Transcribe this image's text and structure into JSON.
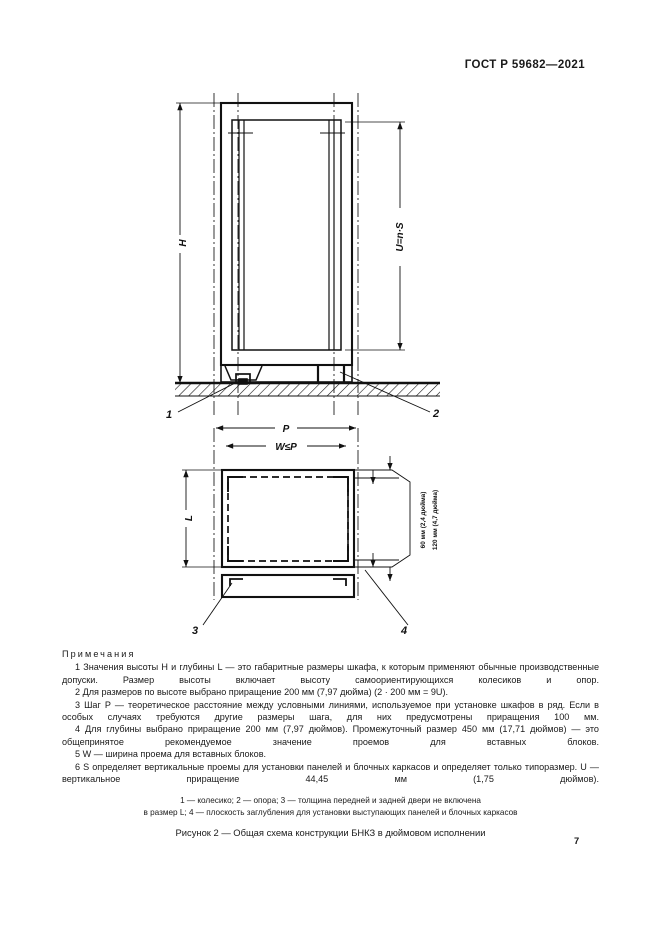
{
  "document": {
    "standard_header": "ГОСТ Р 59682—2021",
    "page_number": "7"
  },
  "figure": {
    "caption": "Рисунок 2 — Общая схема конструкции БНКЗ в дюймовом исполнении",
    "elevation_labels": {
      "height": "H",
      "vertical_opening": "U=n·S"
    },
    "plan_labels": {
      "depth": "L",
      "pitch": "P",
      "width": "W≤P",
      "inset_small": "60 мм (2,4 дюйма)",
      "inset_large": "120 мм (4,7 дюйма)"
    },
    "callouts": {
      "c1": "1",
      "c2": "2",
      "c3": "3",
      "c4": "4"
    }
  },
  "notes": {
    "title": "Примечания",
    "items": [
      "1 Значения высоты H и глубины L — это габаритные размеры шкафа, к которым применяют обычные производственные допуски. Размер высоты включает высоту самоориентирующихся колесиков и опор.",
      "2 Для размеров по высоте выбрано приращение 200 мм (7,97 дюйма) (2 · 200 мм = 9U).",
      "3 Шаг Р — теоретическое расстояние между условными линиями, используемое при установке шкафов в ряд. Если в особых случаях требуются другие размеры шага, для них предусмотрены приращения 100 мм.",
      "4 Для глубины выбрано приращение 200 мм (7,97 дюймов). Промежуточный размер 450 мм (17,71 дюймов) — это общепринятое рекомендуемое значение проемов для вставных блоков.",
      "5 W — ширина проема для вставных блоков.",
      "6 S определяет вертикальные проемы для установки панелей и блочных каркасов и определяет только типоразмер. U — вертикальное приращение 44,45 мм (1,75 дюймов)."
    ]
  },
  "legend": {
    "line1": "1 — колесико; 2 — опора; 3 — толщина передней и задней двери не включена",
    "line2": "в размер L; 4 — плоскость заглубления для установки выступающих панелей и блочных каркасов"
  },
  "colors": {
    "ink": "#111111",
    "paper": "#ffffff"
  }
}
